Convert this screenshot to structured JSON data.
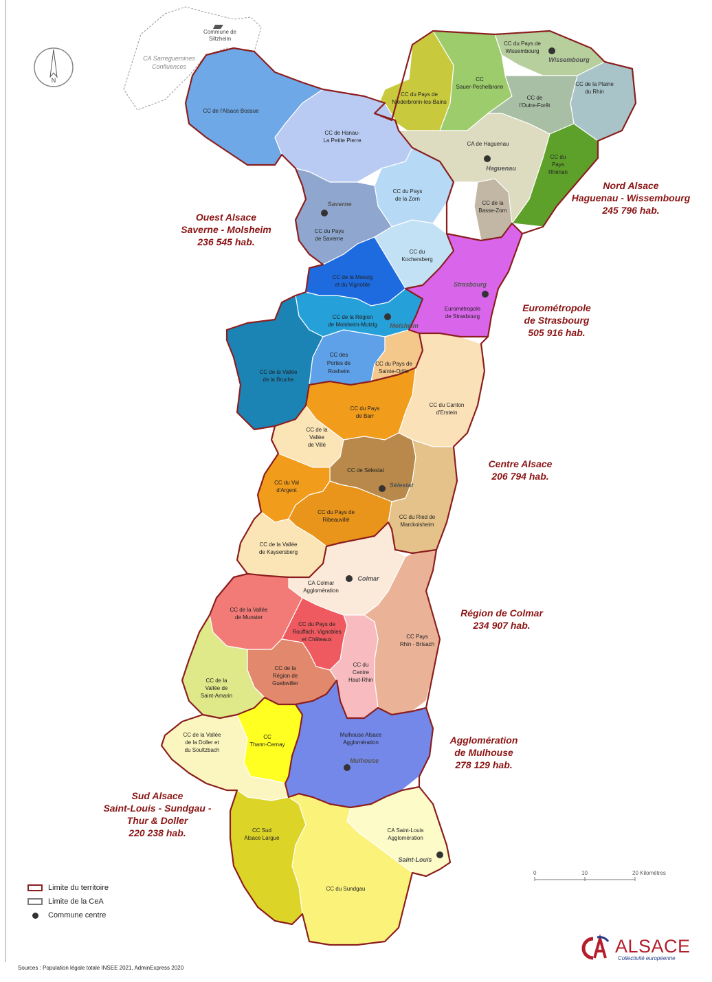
{
  "map": {
    "territories": [
      {
        "name": "Nord Alsace",
        "subtitle": "Haguenau - Wissembourg",
        "population": "245 796 hab."
      },
      {
        "name": "Ouest Alsace",
        "subtitle": "Saverne - Molsheim",
        "population": "236 545 hab."
      },
      {
        "name": "Eurométropole",
        "subtitle": "de Strasbourg",
        "population": "505 916 hab."
      },
      {
        "name": "Centre Alsace",
        "subtitle": "",
        "population": "206 794 hab."
      },
      {
        "name": "Région de Colmar",
        "subtitle": "",
        "population": "234 907 hab."
      },
      {
        "name": "Agglomération",
        "subtitle": "de Mulhouse",
        "population": "278 129 hab."
      },
      {
        "name": "Sud Alsace",
        "subtitle": "Saint-Louis - Sundgau -",
        "subtitle2": "Thur & Doller",
        "population": "220 238 hab."
      }
    ],
    "epci": [
      {
        "l1": "CC du Pays de",
        "l2": "Wissembourg",
        "color": "#b6cf9d"
      },
      {
        "l1": "CC",
        "l2": "Sauer-Pechelbronn",
        "color": "#9ccc6b"
      },
      {
        "l1": "CC de la Plaine",
        "l2": "du Rhin",
        "color": "#a9c4c8"
      },
      {
        "l1": "CC du Pays de",
        "l2": "Niederbronn-les-Bains",
        "color": "#c9c93e"
      },
      {
        "l1": "CC de",
        "l2": "l'Outre-Forêt",
        "color": "#a9bfa5"
      },
      {
        "l1": "CC de l'Alsace Bossue",
        "l2": "",
        "color": "#6fa8e6"
      },
      {
        "l1": "CC de Hanau-",
        "l2": "La Petite Pierre",
        "color": "#b9cbf3"
      },
      {
        "l1": "CA de Haguenau",
        "l2": "",
        "color": "#dddcc0"
      },
      {
        "l1": "CC du",
        "l2": "Pays",
        "l3": "Rhénan",
        "color": "#5ea12a"
      },
      {
        "l1": "CC du Pays",
        "l2": "de la Zorn",
        "color": "#b6daf5"
      },
      {
        "l1": "CC de la",
        "l2": "Basse-Zorn",
        "color": "#c2b7a4"
      },
      {
        "l1": "CC du Pays",
        "l2": "de Saverne",
        "color": "#8fa7ce"
      },
      {
        "l1": "CC du",
        "l2": "Kochersberg",
        "color": "#c2e1f5"
      },
      {
        "l1": "CC de la Mossig",
        "l2": "et du Vignoble",
        "color": "#1e6be0"
      },
      {
        "l1": "Eurométropole",
        "l2": "de Strasbourg",
        "color": "#d966ea"
      },
      {
        "l1": "CC de la Région",
        "l2": "de Molsheim-Mutzig",
        "color": "#26a0d9"
      },
      {
        "l1": "CC de la Vallée",
        "l2": "de la Bruche",
        "color": "#1b84b5"
      },
      {
        "l1": "CC des",
        "l2": "Portes de",
        "l3": "Rosheim",
        "color": "#5ea1e8"
      },
      {
        "l1": "CC du Pays de",
        "l2": "Sainte-Odile",
        "color": "#f4c78b"
      },
      {
        "l1": "CC du Pays",
        "l2": "de Barr",
        "color": "#f29c1c"
      },
      {
        "l1": "CC du Canton",
        "l2": "d'Erstein",
        "color": "#fae1b8"
      },
      {
        "l1": "CC de la",
        "l2": "Vallée",
        "l3": "de Villé",
        "color": "#fbe4b5"
      },
      {
        "l1": "CC de Sélestat",
        "l2": "",
        "color": "#b8894a"
      },
      {
        "l1": "CC du Val",
        "l2": "d'Argent",
        "color": "#f29c1c"
      },
      {
        "l1": "CC du Pays de",
        "l2": "Ribeauvillé",
        "color": "#e9941a"
      },
      {
        "l1": "CC du Ried de",
        "l2": "Marckolsheim",
        "color": "#e5c28a"
      },
      {
        "l1": "CC de la Vallée",
        "l2": "de Kaysersberg",
        "color": "#fbe4b5"
      },
      {
        "l1": "CA Colmar",
        "l2": "Agglomération",
        "color": "#fbe9da"
      },
      {
        "l1": "CC de la Vallée",
        "l2": "de Munster",
        "color": "#f27b78"
      },
      {
        "l1": "CC du Pays de",
        "l2": "Rouffach, Vignobles",
        "l3": "et Châteaux",
        "color": "#ee5a5f"
      },
      {
        "l1": "CC Pays",
        "l2": "Rhin - Brisach",
        "color": "#eab397"
      },
      {
        "l1": "CC de la",
        "l2": "Région de",
        "l3": "Guebwiller",
        "color": "#e2886c"
      },
      {
        "l1": "CC du",
        "l2": "Centre",
        "l3": "Haut-Rhin",
        "color": "#f8bcc0"
      },
      {
        "l1": "CC de la",
        "l2": "Vallée de",
        "l3": "Saint-Amarin",
        "color": "#dfe98a"
      },
      {
        "l1": "CC de la Vallée",
        "l2": "de la Doller et",
        "l3": "du Soultzbach",
        "color": "#fbf6bf"
      },
      {
        "l1": "CC",
        "l2": "Thann-Cernay",
        "color": "#ffff22"
      },
      {
        "l1": "Mulhouse Alsace",
        "l2": "Agglomération",
        "color": "#7488ea"
      },
      {
        "l1": "CC Sud",
        "l2": "Alsace Largue",
        "color": "#dcd528"
      },
      {
        "l1": "CA Saint-Louis",
        "l2": "Agglomération",
        "color": "#fdfbc8"
      },
      {
        "l1": "CC du Sundgau",
        "l2": "",
        "color": "#fbf27a"
      }
    ],
    "centres": [
      "Wissembourg",
      "Haguenau",
      "Saverne",
      "Strasbourg",
      "Molsheim",
      "Sélestat",
      "Colmar",
      "Mulhouse",
      "Saint-Louis"
    ],
    "outside": [
      "Commune de",
      "Siltzheim",
      "CA Sarreguemines",
      "Confluences"
    ],
    "north_label": "N"
  },
  "legend": {
    "items": [
      "Limite du territoire",
      "Limite de la CeA",
      "Commune centre"
    ]
  },
  "scale": {
    "ticks": [
      "0",
      "10",
      "20 Kilomètres"
    ]
  },
  "sources": "Sources : Population légale totale INSEE 2021, AdminExpress 2020",
  "logo": {
    "word": "ALSACE",
    "sub": "Collectivité européenne",
    "mark": "CA"
  },
  "colors": {
    "border_territory": "#8b1e1e",
    "territory_text": "#8b1414",
    "centre_dot": "#333333"
  }
}
